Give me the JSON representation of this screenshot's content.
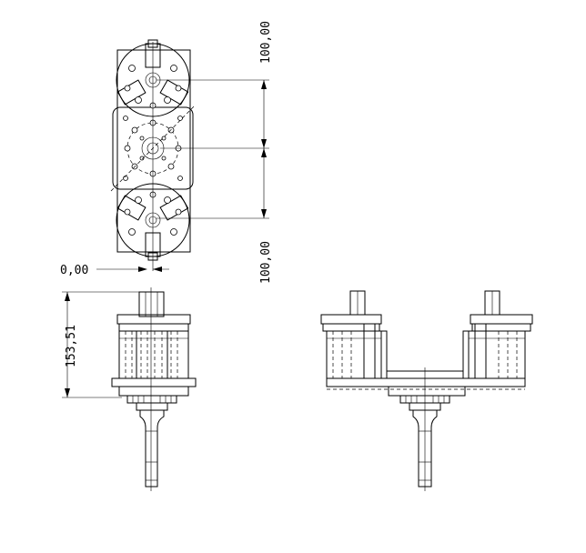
{
  "dimensions": {
    "top_offset": "100,00",
    "bottom_offset": "100,00",
    "horizontal_offset": "0,00",
    "height": "153,51"
  }
}
